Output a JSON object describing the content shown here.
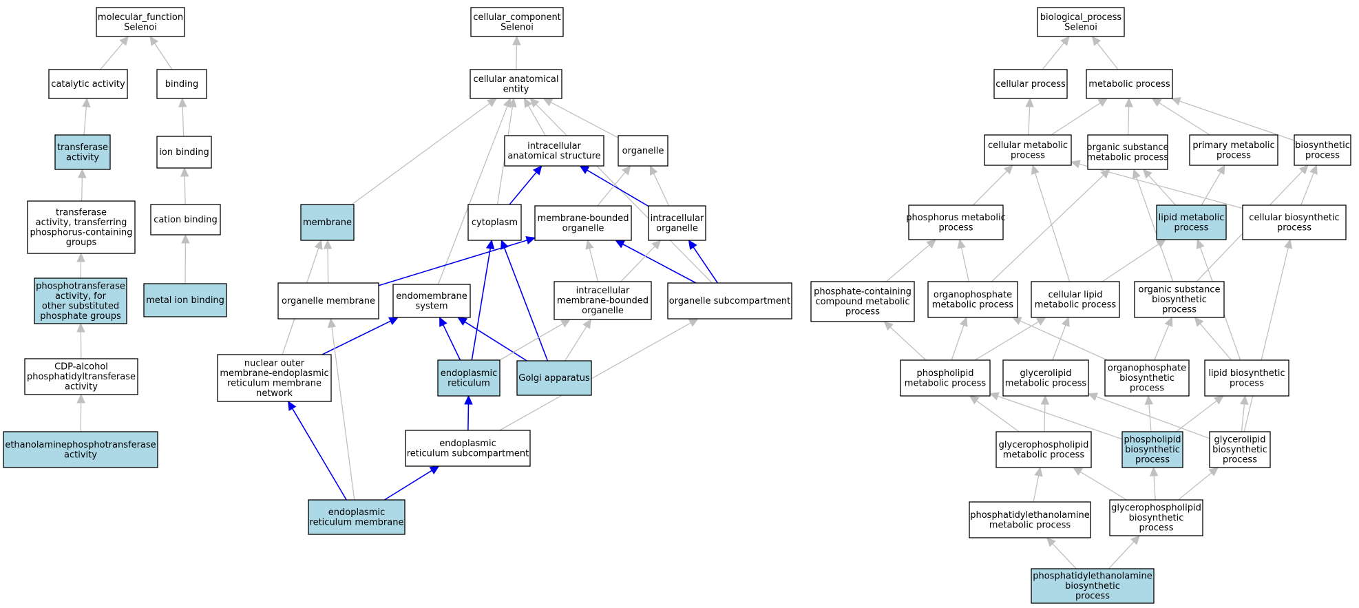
{
  "colors": {
    "highlight": "#add8e6",
    "plain": "#ffffff",
    "blue_edge": "#0000ee",
    "grey_edge": "#c0c0c0"
  },
  "nodes": [
    {
      "id": "mf",
      "lines": [
        "molecular_function",
        "Selenoi"
      ],
      "hl": false
    },
    {
      "id": "catalytic",
      "lines": [
        "catalytic activity"
      ],
      "hl": false
    },
    {
      "id": "binding",
      "lines": [
        "binding"
      ],
      "hl": false
    },
    {
      "id": "transferase",
      "lines": [
        "transferase",
        "activity"
      ],
      "hl": true
    },
    {
      "id": "ion_binding",
      "lines": [
        "ion binding"
      ],
      "hl": false
    },
    {
      "id": "transferase_p",
      "lines": [
        "transferase",
        "activity, transferring",
        "phosphorus-containing",
        "groups"
      ],
      "hl": false
    },
    {
      "id": "cation_binding",
      "lines": [
        "cation binding"
      ],
      "hl": false
    },
    {
      "id": "phosphotransferase",
      "lines": [
        "phosphotransferase",
        "activity, for",
        "other substituted",
        "phosphate groups"
      ],
      "hl": true
    },
    {
      "id": "metal_ion",
      "lines": [
        "metal ion binding"
      ],
      "hl": true
    },
    {
      "id": "cdp_alcohol",
      "lines": [
        "CDP-alcohol",
        "phosphatidyltransferase",
        "activity"
      ],
      "hl": false
    },
    {
      "id": "etn_transferase",
      "lines": [
        "ethanolaminephosphotransferase",
        "activity"
      ],
      "hl": true
    },
    {
      "id": "cc",
      "lines": [
        "cellular_component",
        "Selenoi"
      ],
      "hl": false
    },
    {
      "id": "cae",
      "lines": [
        "cellular anatomical",
        "entity"
      ],
      "hl": false
    },
    {
      "id": "intra_struct",
      "lines": [
        "intracellular",
        "anatomical structure"
      ],
      "hl": false
    },
    {
      "id": "organelle",
      "lines": [
        "organelle"
      ],
      "hl": false
    },
    {
      "id": "membrane",
      "lines": [
        "membrane"
      ],
      "hl": true
    },
    {
      "id": "cytoplasm",
      "lines": [
        "cytoplasm"
      ],
      "hl": false
    },
    {
      "id": "mem_bounded",
      "lines": [
        "membrane-bounded",
        "organelle"
      ],
      "hl": false
    },
    {
      "id": "intra_org",
      "lines": [
        "intracellular",
        "organelle"
      ],
      "hl": false
    },
    {
      "id": "org_membrane",
      "lines": [
        "organelle membrane"
      ],
      "hl": false
    },
    {
      "id": "endomembrane",
      "lines": [
        "endomembrane",
        "system"
      ],
      "hl": false
    },
    {
      "id": "intra_mb_org",
      "lines": [
        "intracellular",
        "membrane-bounded",
        "organelle"
      ],
      "hl": false
    },
    {
      "id": "org_subcomp",
      "lines": [
        "organelle subcompartment"
      ],
      "hl": false
    },
    {
      "id": "nuclear_outer",
      "lines": [
        "nuclear outer",
        "membrane-endoplasmic",
        "reticulum membrane",
        "network"
      ],
      "hl": false
    },
    {
      "id": "er",
      "lines": [
        "endoplasmic",
        "reticulum"
      ],
      "hl": true
    },
    {
      "id": "golgi",
      "lines": [
        "Golgi apparatus"
      ],
      "hl": true
    },
    {
      "id": "er_subcomp",
      "lines": [
        "endoplasmic",
        "reticulum subcompartment"
      ],
      "hl": false
    },
    {
      "id": "er_membrane",
      "lines": [
        "endoplasmic",
        "reticulum membrane"
      ],
      "hl": true
    },
    {
      "id": "bp",
      "lines": [
        "biological_process",
        "Selenoi"
      ],
      "hl": false
    },
    {
      "id": "cell_proc",
      "lines": [
        "cellular process"
      ],
      "hl": false
    },
    {
      "id": "metab_proc",
      "lines": [
        "metabolic process"
      ],
      "hl": false
    },
    {
      "id": "cell_metab",
      "lines": [
        "cellular metabolic",
        "process"
      ],
      "hl": false
    },
    {
      "id": "org_sub_metab",
      "lines": [
        "organic substance",
        "metabolic process"
      ],
      "hl": false
    },
    {
      "id": "prim_metab",
      "lines": [
        "primary metabolic",
        "process"
      ],
      "hl": false
    },
    {
      "id": "biosynth",
      "lines": [
        "biosynthetic",
        "process"
      ],
      "hl": false
    },
    {
      "id": "phosphorus_metab",
      "lines": [
        "phosphorus metabolic",
        "process"
      ],
      "hl": false
    },
    {
      "id": "lipid_metab",
      "lines": [
        "lipid metabolic",
        "process"
      ],
      "hl": true
    },
    {
      "id": "cell_biosynth",
      "lines": [
        "cellular biosynthetic",
        "process"
      ],
      "hl": false
    },
    {
      "id": "phosphate_cont",
      "lines": [
        "phosphate-containing",
        "compound metabolic",
        "process"
      ],
      "hl": false
    },
    {
      "id": "organophos_metab",
      "lines": [
        "organophosphate",
        "metabolic process"
      ],
      "hl": false
    },
    {
      "id": "cell_lipid_metab",
      "lines": [
        "cellular lipid",
        "metabolic process"
      ],
      "hl": false
    },
    {
      "id": "org_sub_biosynth",
      "lines": [
        "organic substance",
        "biosynthetic",
        "process"
      ],
      "hl": false
    },
    {
      "id": "phospholipid_metab",
      "lines": [
        "phospholipid",
        "metabolic process"
      ],
      "hl": false
    },
    {
      "id": "glycerolipid_metab",
      "lines": [
        "glycerolipid",
        "metabolic process"
      ],
      "hl": false
    },
    {
      "id": "organophos_biosynth",
      "lines": [
        "organophosphate",
        "biosynthetic",
        "process"
      ],
      "hl": false
    },
    {
      "id": "lipid_biosynth",
      "lines": [
        "lipid biosynthetic",
        "process"
      ],
      "hl": false
    },
    {
      "id": "glycerophos_metab",
      "lines": [
        "glycerophospholipid",
        "metabolic process"
      ],
      "hl": false
    },
    {
      "id": "phospholipid_biosynth",
      "lines": [
        "phospholipid",
        "biosynthetic",
        "process"
      ],
      "hl": true
    },
    {
      "id": "glycerolipid_biosynth",
      "lines": [
        "glycerolipid",
        "biosynthetic",
        "process"
      ],
      "hl": false
    },
    {
      "id": "pe_metab",
      "lines": [
        "phosphatidylethanolamine",
        "metabolic process"
      ],
      "hl": false
    },
    {
      "id": "glycerophos_biosynth",
      "lines": [
        "glycerophospholipid",
        "biosynthetic",
        "process"
      ],
      "hl": false
    },
    {
      "id": "pe_biosynth",
      "lines": [
        "phosphatidylethanolamine",
        "biosynthetic",
        "process"
      ],
      "hl": true
    }
  ],
  "edges": [
    {
      "from": "catalytic",
      "to": "mf",
      "style": "grey"
    },
    {
      "from": "binding",
      "to": "mf",
      "style": "grey"
    },
    {
      "from": "transferase",
      "to": "catalytic",
      "style": "grey"
    },
    {
      "from": "ion_binding",
      "to": "binding",
      "style": "grey"
    },
    {
      "from": "transferase_p",
      "to": "transferase",
      "style": "grey"
    },
    {
      "from": "cation_binding",
      "to": "ion_binding",
      "style": "grey"
    },
    {
      "from": "phosphotransferase",
      "to": "transferase_p",
      "style": "grey"
    },
    {
      "from": "metal_ion",
      "to": "cation_binding",
      "style": "grey"
    },
    {
      "from": "cdp_alcohol",
      "to": "phosphotransferase",
      "style": "grey"
    },
    {
      "from": "etn_transferase",
      "to": "cdp_alcohol",
      "style": "grey"
    },
    {
      "from": "cae",
      "to": "cc",
      "style": "grey"
    },
    {
      "from": "intra_struct",
      "to": "cae",
      "style": "grey"
    },
    {
      "from": "organelle",
      "to": "cae",
      "style": "grey"
    },
    {
      "from": "membrane",
      "to": "cae",
      "style": "grey"
    },
    {
      "from": "cytoplasm",
      "to": "cae",
      "style": "grey"
    },
    {
      "from": "endomembrane",
      "to": "cae",
      "style": "grey"
    },
    {
      "from": "org_subcomp",
      "to": "cae",
      "style": "grey"
    },
    {
      "from": "cytoplasm",
      "to": "intra_struct",
      "style": "blue"
    },
    {
      "from": "intra_org",
      "to": "intra_struct",
      "style": "blue"
    },
    {
      "from": "mem_bounded",
      "to": "organelle",
      "style": "grey"
    },
    {
      "from": "intra_org",
      "to": "organelle",
      "style": "grey"
    },
    {
      "from": "org_membrane",
      "to": "membrane",
      "style": "grey"
    },
    {
      "from": "nuclear_outer",
      "to": "membrane",
      "style": "grey"
    },
    {
      "from": "org_membrane",
      "to": "mem_bounded",
      "style": "blue"
    },
    {
      "from": "intra_mb_org",
      "to": "mem_bounded",
      "style": "grey"
    },
    {
      "from": "org_subcomp",
      "to": "mem_bounded",
      "style": "blue"
    },
    {
      "from": "intra_mb_org",
      "to": "intra_org",
      "style": "grey"
    },
    {
      "from": "org_subcomp",
      "to": "intra_org",
      "style": "blue"
    },
    {
      "from": "nuclear_outer",
      "to": "endomembrane",
      "style": "blue"
    },
    {
      "from": "er",
      "to": "endomembrane",
      "style": "blue"
    },
    {
      "from": "golgi",
      "to": "endomembrane",
      "style": "blue"
    },
    {
      "from": "er",
      "to": "cytoplasm",
      "style": "blue"
    },
    {
      "from": "golgi",
      "to": "cytoplasm",
      "style": "blue"
    },
    {
      "from": "er",
      "to": "intra_mb_org",
      "style": "grey"
    },
    {
      "from": "golgi",
      "to": "intra_mb_org",
      "style": "grey"
    },
    {
      "from": "er_subcomp",
      "to": "org_subcomp",
      "style": "grey"
    },
    {
      "from": "er_subcomp",
      "to": "er",
      "style": "blue"
    },
    {
      "from": "er_membrane",
      "to": "nuclear_outer",
      "style": "blue"
    },
    {
      "from": "er_membrane",
      "to": "org_membrane",
      "style": "grey"
    },
    {
      "from": "er_membrane",
      "to": "er_subcomp",
      "style": "blue"
    },
    {
      "from": "cell_proc",
      "to": "bp",
      "style": "grey"
    },
    {
      "from": "metab_proc",
      "to": "bp",
      "style": "grey"
    },
    {
      "from": "cell_metab",
      "to": "cell_proc",
      "style": "grey"
    },
    {
      "from": "cell_metab",
      "to": "metab_proc",
      "style": "grey"
    },
    {
      "from": "org_sub_metab",
      "to": "metab_proc",
      "style": "grey"
    },
    {
      "from": "prim_metab",
      "to": "metab_proc",
      "style": "grey"
    },
    {
      "from": "biosynth",
      "to": "metab_proc",
      "style": "grey"
    },
    {
      "from": "phosphorus_metab",
      "to": "cell_metab",
      "style": "grey"
    },
    {
      "from": "lipid_metab",
      "to": "org_sub_metab",
      "style": "grey"
    },
    {
      "from": "lipid_metab",
      "to": "prim_metab",
      "style": "grey"
    },
    {
      "from": "cell_biosynth",
      "to": "cell_metab",
      "style": "grey"
    },
    {
      "from": "cell_biosynth",
      "to": "biosynth",
      "style": "grey"
    },
    {
      "from": "phosphate_cont",
      "to": "phosphorus_metab",
      "style": "grey"
    },
    {
      "from": "organophos_metab",
      "to": "phosphorus_metab",
      "style": "grey"
    },
    {
      "from": "organophos_metab",
      "to": "org_sub_metab",
      "style": "grey"
    },
    {
      "from": "cell_lipid_metab",
      "to": "cell_metab",
      "style": "grey"
    },
    {
      "from": "cell_lipid_metab",
      "to": "lipid_metab",
      "style": "grey"
    },
    {
      "from": "org_sub_biosynth",
      "to": "org_sub_metab",
      "style": "grey"
    },
    {
      "from": "org_sub_biosynth",
      "to": "biosynth",
      "style": "grey"
    },
    {
      "from": "phospholipid_metab",
      "to": "phosphate_cont",
      "style": "grey"
    },
    {
      "from": "phospholipid_metab",
      "to": "organophos_metab",
      "style": "grey"
    },
    {
      "from": "phospholipid_metab",
      "to": "cell_lipid_metab",
      "style": "grey"
    },
    {
      "from": "glycerolipid_metab",
      "to": "cell_lipid_metab",
      "style": "grey"
    },
    {
      "from": "organophos_biosynth",
      "to": "organophos_metab",
      "style": "grey"
    },
    {
      "from": "organophos_biosynth",
      "to": "org_sub_biosynth",
      "style": "grey"
    },
    {
      "from": "lipid_biosynth",
      "to": "lipid_metab",
      "style": "grey"
    },
    {
      "from": "lipid_biosynth",
      "to": "org_sub_biosynth",
      "style": "grey"
    },
    {
      "from": "glycerolipid_biosynth",
      "to": "cell_biosynth",
      "style": "grey"
    },
    {
      "from": "glycerophos_metab",
      "to": "phospholipid_metab",
      "style": "grey"
    },
    {
      "from": "glycerophos_metab",
      "to": "glycerolipid_metab",
      "style": "grey"
    },
    {
      "from": "phospholipid_biosynth",
      "to": "phospholipid_metab",
      "style": "grey"
    },
    {
      "from": "phospholipid_biosynth",
      "to": "organophos_biosynth",
      "style": "grey"
    },
    {
      "from": "phospholipid_biosynth",
      "to": "lipid_biosynth",
      "style": "grey"
    },
    {
      "from": "glycerolipid_biosynth",
      "to": "glycerolipid_metab",
      "style": "grey"
    },
    {
      "from": "glycerolipid_biosynth",
      "to": "lipid_biosynth",
      "style": "grey"
    },
    {
      "from": "pe_metab",
      "to": "glycerophos_metab",
      "style": "grey"
    },
    {
      "from": "glycerophos_biosynth",
      "to": "glycerophos_metab",
      "style": "grey"
    },
    {
      "from": "glycerophos_biosynth",
      "to": "phospholipid_biosynth",
      "style": "grey"
    },
    {
      "from": "glycerophos_biosynth",
      "to": "glycerolipid_biosynth",
      "style": "grey"
    },
    {
      "from": "pe_biosynth",
      "to": "pe_metab",
      "style": "grey"
    },
    {
      "from": "pe_biosynth",
      "to": "glycerophos_biosynth",
      "style": "grey"
    }
  ]
}
